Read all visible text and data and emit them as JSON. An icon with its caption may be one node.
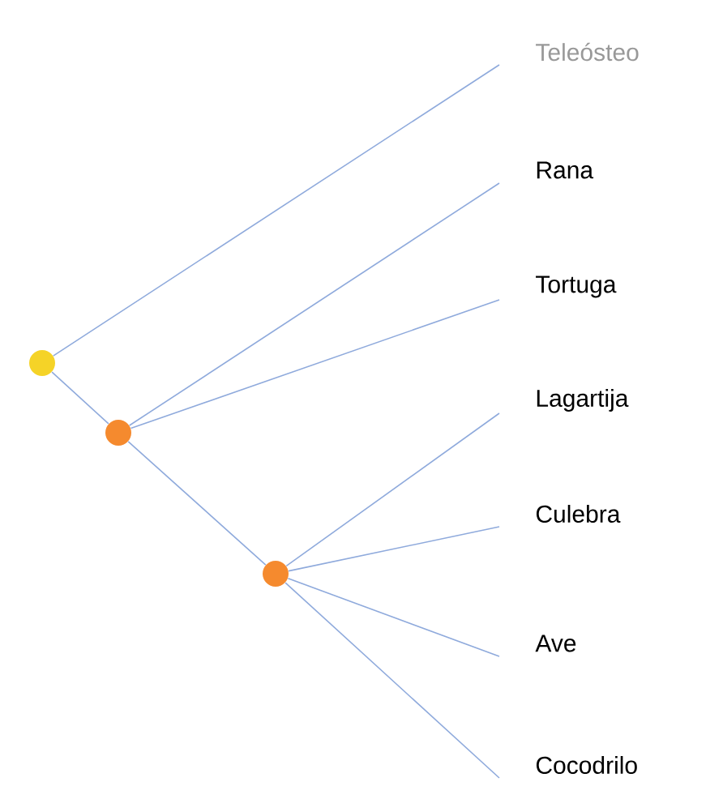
{
  "diagram": {
    "nodes": [
      {
        "text": [],
        "shape": "circle"
      },
      {
        "text": [],
        "shape": "circle"
      },
      {
        "text": [],
        "shape": "circle"
      },
      {
        "text": [
          "Teleósteo"
        ]
      },
      {
        "text": [
          "Rana"
        ]
      },
      {
        "text": [
          "Tortuga"
        ]
      },
      {
        "text": [
          "Lagartija"
        ]
      },
      {
        "text": [
          "Culebra"
        ]
      },
      {
        "text": [
          "Ave"
        ]
      },
      {
        "text": [
          "Cocodrilo"
        ]
      }
    ],
    "edges": [
      {
        "from": 0,
        "to": 3,
        "arrow": "none"
      },
      {
        "from": 0,
        "to": 1,
        "arrow": "none"
      },
      {
        "from": 1,
        "to": 4,
        "arrow": "none"
      },
      {
        "from": 1,
        "to": 5,
        "arrow": "none"
      },
      {
        "from": 1,
        "to": 2,
        "arrow": "none"
      },
      {
        "from": 2,
        "to": 6,
        "arrow": "none"
      },
      {
        "from": 2,
        "to": 7,
        "arrow": "none"
      },
      {
        "from": 2,
        "to": 8,
        "arrow": "none"
      },
      {
        "from": 2,
        "to": 9,
        "arrow": "none"
      }
    ]
  }
}
